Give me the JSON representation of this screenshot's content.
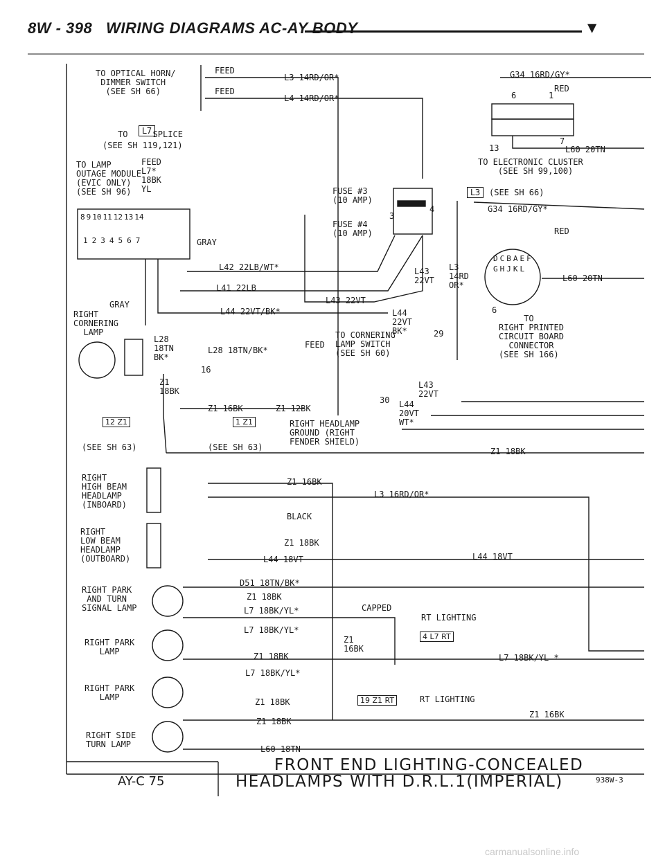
{
  "header": {
    "page": "8W - 398",
    "section": "WIRING DIAGRAMS AC-AY BODY"
  },
  "labels": {
    "optical_horn": "TO OPTICAL HORN/\n DIMMER SWITCH\n  (SEE SH 66)",
    "feed_1": "FEED",
    "feed_2": "FEED",
    "l3_top": "L3 14RD/OR*",
    "l4_top": "L4 14RD/OR*",
    "g34_top": "G34 16RD/GY*",
    "red_top": "RED",
    "pin6": "6",
    "pin1": "1",
    "pin13": "13",
    "pin7": "7",
    "l60_top": "L60 20TN",
    "to_cluster": "TO ELECTRONIC CLUSTER\n    (SEE SH 99,100)",
    "l7_splice": "TO     SPLICE",
    "l7_splice_sh": "(SEE SH 119,121)",
    "lamp_outage": "TO LAMP\nOUTAGE MODULE\n(EVIC ONLY)\n(SEE SH 96)",
    "feed_l7": "FEED\nL7*\n18BK\nYL",
    "fuse3": "FUSE #3\n(10 AMP)",
    "fuse4": "FUSE #4\n(10 AMP)",
    "fuse_pin3": "3",
    "fuse_pin4": "4",
    "l3_sh66": "(SEE SH 66)",
    "g34_mid": "G34 16RD/GY*",
    "red_mid": "RED",
    "gray_conn": "GRAY",
    "l42": "L42 22LB/WT*",
    "l41": "L41 22LB",
    "l43_22vt_a": "L43 22VT",
    "l43_22vt_b": "L43\n22VT",
    "l3_14rd": "L3\n14RD\nOR*",
    "l60_mid": "L60 20TN",
    "gray_corner": "GRAY",
    "right_corner": "RIGHT\nCORNERING\n  LAMP",
    "l44_22vt": "L44 22VT/BK*",
    "l44_22vt_bk": "L44\n22VT\nBK*",
    "pin6b": "6",
    "to_right_pcb": "     TO\nRIGHT PRINTED\nCIRCUIT BOARD\n  CONNECTOR\n(SEE SH 166)",
    "l28": "L28\n18TN\nBK*",
    "l28_b": "L28 18TN/BK*",
    "feed_corner": "FEED",
    "to_corner_sw": "TO CORNERING\nLAMP SWITCH\n(SEE SH 60)",
    "pin29": "29",
    "pin16": "16",
    "z1_18bk_a": "Z1\n18BK",
    "l43_22vt_c": "L43\n22VT",
    "z1_16bk_a": "Z1 16BK",
    "z1_12bk": "Z1 12BK",
    "pin30": "30",
    "l44_20vt": "L44\n20VT\nWT*",
    "right_hl_ground": "RIGHT HEADLAMP\nGROUND (RIGHT\nFENDER SHIELD)",
    "see_sh63_a": "(SEE SH 63)",
    "see_sh63_b": "(SEE SH 63)",
    "z1_18bk_b": "Z1 18BK",
    "right_high": "RIGHT\nHIGH BEAM\nHEADLAMP\n(INBOARD)",
    "z1_16bk_b": "Z1 16BK",
    "l3_16rd": "L3 16RD/OR*",
    "black": "BLACK",
    "right_low": "RIGHT\nLOW BEAM\nHEADLAMP\n(OUTBOARD)",
    "z1_18bk_c": "Z1 18BK",
    "l44_18vt_a": "L44 18VT",
    "l44_18vt_b": "L44 18VT",
    "right_park_turn": "RIGHT PARK\n AND TURN\nSIGNAL LAMP",
    "d51": "D51 18TN/BK*",
    "z1_18bk_d": "Z1 18BK",
    "l7_18bk_a": "L7 18BK/YL*",
    "capped": "CAPPED",
    "rt_lighting_a": "RT LIGHTING",
    "right_park_a": "RIGHT PARK\n   LAMP",
    "l7_18bk_b": "L7 18BK/YL*",
    "z1_16bk_c": "Z1\n16BK",
    "z1_18bk_e": "Z1 18BK",
    "l7_18bk_right": "L7 18BK/YL *",
    "l7_18bk_c": "L7 18BK/YL*",
    "right_park_b": "RIGHT PARK\n   LAMP",
    "z1_18bk_f": "Z1 18BK",
    "rt_lighting_b": "RT LIGHTING",
    "z1_16bk_right": "Z1 16BK",
    "z1_18bk_g": "Z1 18BK",
    "right_side": "RIGHT SIDE\nTURN LAMP",
    "l60_18tn": "L60 18TN"
  },
  "refs": {
    "l7": "L7",
    "l3": "L3",
    "z1_12": "12",
    "z1_12_b": "Z1",
    "z1_1": "1",
    "z1_1_b": "Z1",
    "rt4_a": "4",
    "rt4_b": "L7",
    "rt4_c": "RT",
    "rt19_a": "19",
    "rt19_b": "Z1",
    "rt19_c": "RT"
  },
  "connector_pins": {
    "top_row": [
      "8",
      "9",
      "10",
      "11",
      "12",
      "13",
      "14"
    ],
    "bottom_row": [
      "1",
      "2",
      "3",
      "4",
      "5",
      "6",
      "7"
    ],
    "round_conn": [
      "D",
      "C",
      "B",
      "A",
      "E",
      "F",
      "G",
      "H",
      "J",
      "K",
      "L"
    ]
  },
  "footer": {
    "model": "AY-C 75",
    "title_line1": "FRONT END LIGHTING-CONCEALED",
    "title_line2": "HEADLAMPS WITH D.R.L.1(IMPERIAL)",
    "code": "938W-3"
  },
  "watermark": "carmanualsonline.info"
}
